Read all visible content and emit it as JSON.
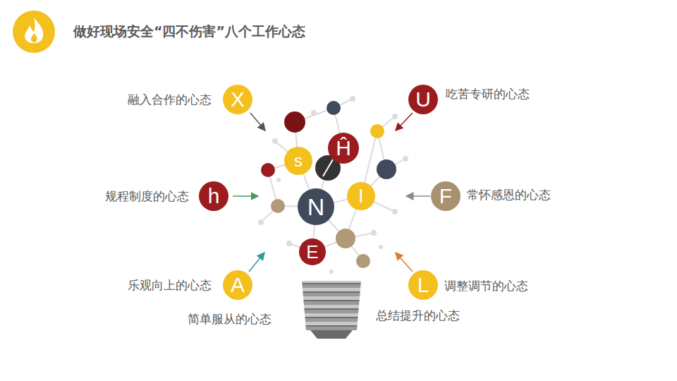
{
  "diagram": {
    "title": "做好现场安全“四不伤害”八个工作心态",
    "nodes": [
      {
        "text": [
          "X"
        ]
      },
      {
        "text": [
          "U"
        ]
      },
      {
        "text": [
          "s"
        ]
      },
      {
        "text": [
          "Ĥ"
        ]
      },
      {
        "text": [
          "h"
        ]
      },
      {
        "text": [
          "N"
        ]
      },
      {
        "text": [
          "I"
        ]
      },
      {
        "text": [
          "F"
        ]
      },
      {
        "text": [
          "E"
        ]
      },
      {
        "text": [
          "A"
        ]
      },
      {
        "text": [
          "L"
        ]
      }
    ],
    "labels": [
      "融入合作的心态",
      "吃苦专研的心态",
      "规程制度的心态",
      "常怀感恩的心态",
      "乐观向上的心态",
      "调整调节的心态",
      "简单服从的心态",
      "总结提升的心态"
    ]
  }
}
